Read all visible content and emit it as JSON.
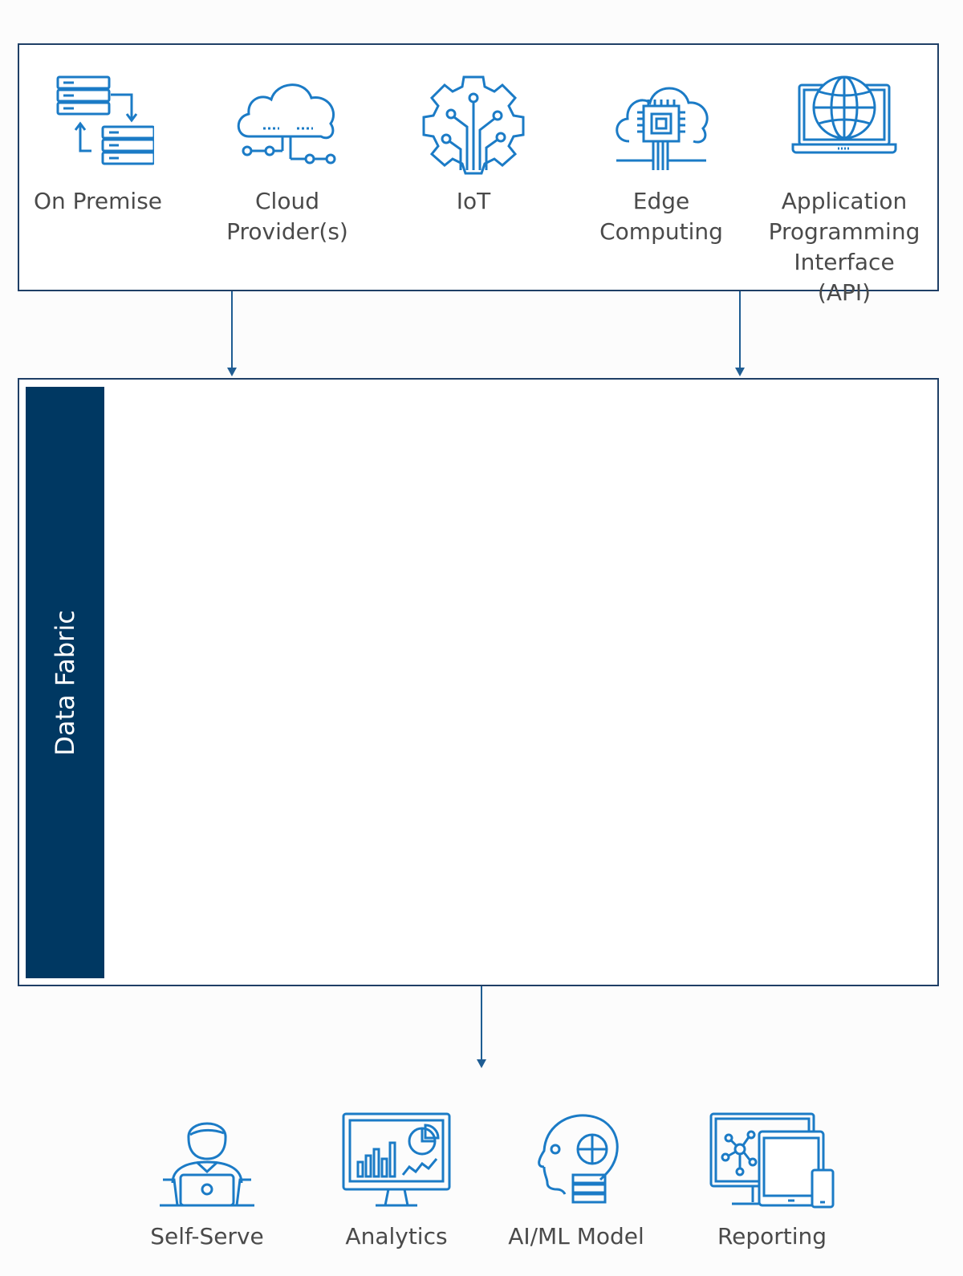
{
  "colors": {
    "icon_stroke": "#1b7bc6",
    "box_border": "#1f3f66",
    "fabric_bar": "#003862",
    "text": "#4a4a4a",
    "arrow": "#1f5d93"
  },
  "sources": [
    {
      "label": "On Premise",
      "icon": "server-transfer-icon"
    },
    {
      "label": "Cloud\nProvider(s)",
      "icon": "cloud-network-icon"
    },
    {
      "label": "IoT",
      "icon": "gear-circuit-icon"
    },
    {
      "label": "Edge\nComputing",
      "icon": "cloud-chip-icon"
    },
    {
      "label": "Application\nProgramming\nInterface (API)",
      "icon": "laptop-globe-icon"
    }
  ],
  "fabric": {
    "label": "Data Fabric"
  },
  "outputs": [
    {
      "label": "Self-Serve",
      "icon": "person-laptop-icon"
    },
    {
      "label": "Analytics",
      "icon": "monitor-charts-icon"
    },
    {
      "label": "AI/ML Model",
      "icon": "head-brain-icon"
    },
    {
      "label": "Reporting",
      "icon": "devices-network-icon"
    }
  ]
}
